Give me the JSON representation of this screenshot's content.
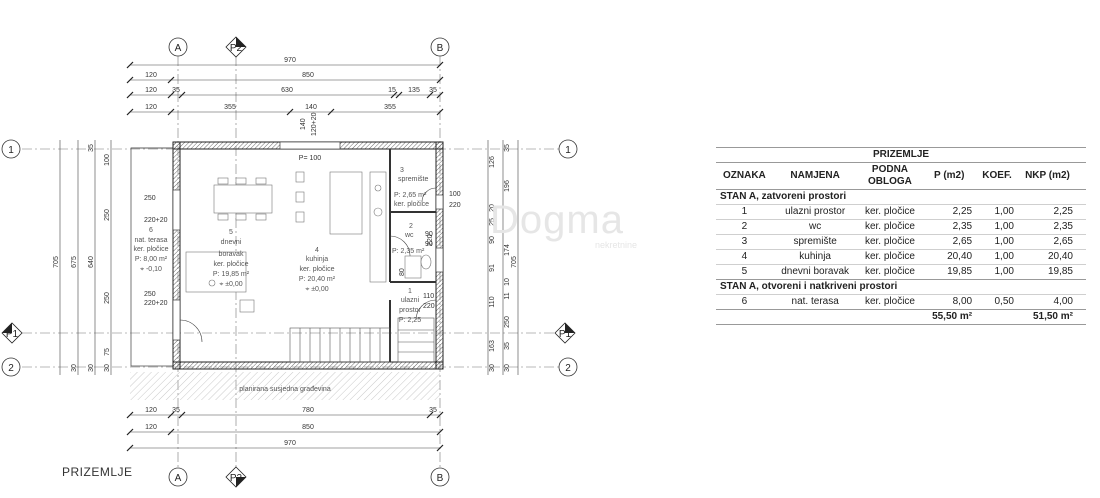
{
  "plan": {
    "title": "PRIZEMLJE",
    "axes": {
      "A": "A",
      "B": "B",
      "r1": "1",
      "r2": "2",
      "p1": "P1",
      "p2": "P2"
    },
    "dims_top": [
      "970",
      "120",
      "850",
      "120",
      "35",
      "630",
      "15",
      "135",
      "35",
      "120",
      "355",
      "140",
      "355"
    ],
    "dims_bottom": [
      "120",
      "35",
      "780",
      "35",
      "120",
      "850",
      "970"
    ],
    "dims_left": [
      "705",
      "675",
      "640",
      "35",
      "100",
      "250",
      "250",
      "30",
      "75",
      "30",
      "30"
    ],
    "dims_right": [
      "126",
      "35",
      "196",
      "20",
      "25",
      "90",
      "174",
      "91",
      "110",
      "10",
      "11",
      "250",
      "163",
      "35",
      "30",
      "705",
      "30"
    ],
    "dims_misc": [
      "140",
      "120+20",
      "250",
      "220+20",
      "250",
      "220+20",
      "P= 100",
      "100",
      "220",
      "80",
      "220",
      "90",
      "90",
      "110",
      "220"
    ],
    "rooms": {
      "r3": {
        "num": "3",
        "name": "spremište",
        "area": "P: 2,65 m²",
        "floor": "ker. pločice"
      },
      "r2": {
        "num": "2",
        "name": "wc",
        "area": "P: 2,35 m²"
      },
      "r4": {
        "num": "4",
        "name": "kuhinja",
        "floor": "ker. pločice",
        "area": "P: 20,40 m²",
        "level": "⌖ ±0,00"
      },
      "r5": {
        "num": "5",
        "name": "dnevni",
        "name2": "boravak",
        "floor": "ker. pločice",
        "area": "P: 19,85 m²",
        "level": "⌖ ±0,00"
      },
      "r6": {
        "num": "6",
        "name": "nat. terasa",
        "floor": "ker. pločice",
        "area": "P: 8,00 m²",
        "level": "⌖ -0,10"
      },
      "r1": {
        "num": "1",
        "name": "ulazni",
        "name2": "prostor",
        "area": "P: 2,25"
      }
    },
    "neighbor_label": "planirana susjedna građevina"
  },
  "watermark": {
    "brand": "Dogma",
    "sub": "nekretnine"
  },
  "schedule": {
    "title": "PRIZEMLJE",
    "headers": [
      "OZNAKA",
      "NAMJENA",
      "PODNA",
      "OBLOGA",
      "P (m2)",
      "KOEF.",
      "NKP (m2)"
    ],
    "section1": "STAN A, zatvoreni prostori",
    "rows1": [
      {
        "id": "1",
        "name": "ulazni prostor",
        "floor": "ker. pločice",
        "p": "2,25",
        "k": "1,00",
        "nkp": "2,25"
      },
      {
        "id": "2",
        "name": "wc",
        "floor": "ker. pločice",
        "p": "2,35",
        "k": "1,00",
        "nkp": "2,35"
      },
      {
        "id": "3",
        "name": "spremište",
        "floor": "ker. pločice",
        "p": "2,65",
        "k": "1,00",
        "nkp": "2,65"
      },
      {
        "id": "4",
        "name": "kuhinja",
        "floor": "ker. pločice",
        "p": "20,40",
        "k": "1,00",
        "nkp": "20,40"
      },
      {
        "id": "5",
        "name": "dnevni boravak",
        "floor": "ker. pločice",
        "p": "19,85",
        "k": "1,00",
        "nkp": "19,85"
      }
    ],
    "section2": "STAN A, otvoreni i natkriveni prostori",
    "rows2": [
      {
        "id": "6",
        "name": "nat. terasa",
        "floor": "ker. pločice",
        "p": "8,00",
        "k": "0,50",
        "nkp": "4,00"
      }
    ],
    "total_p": "55,50 m²",
    "total_nkp": "51,50 m²"
  }
}
